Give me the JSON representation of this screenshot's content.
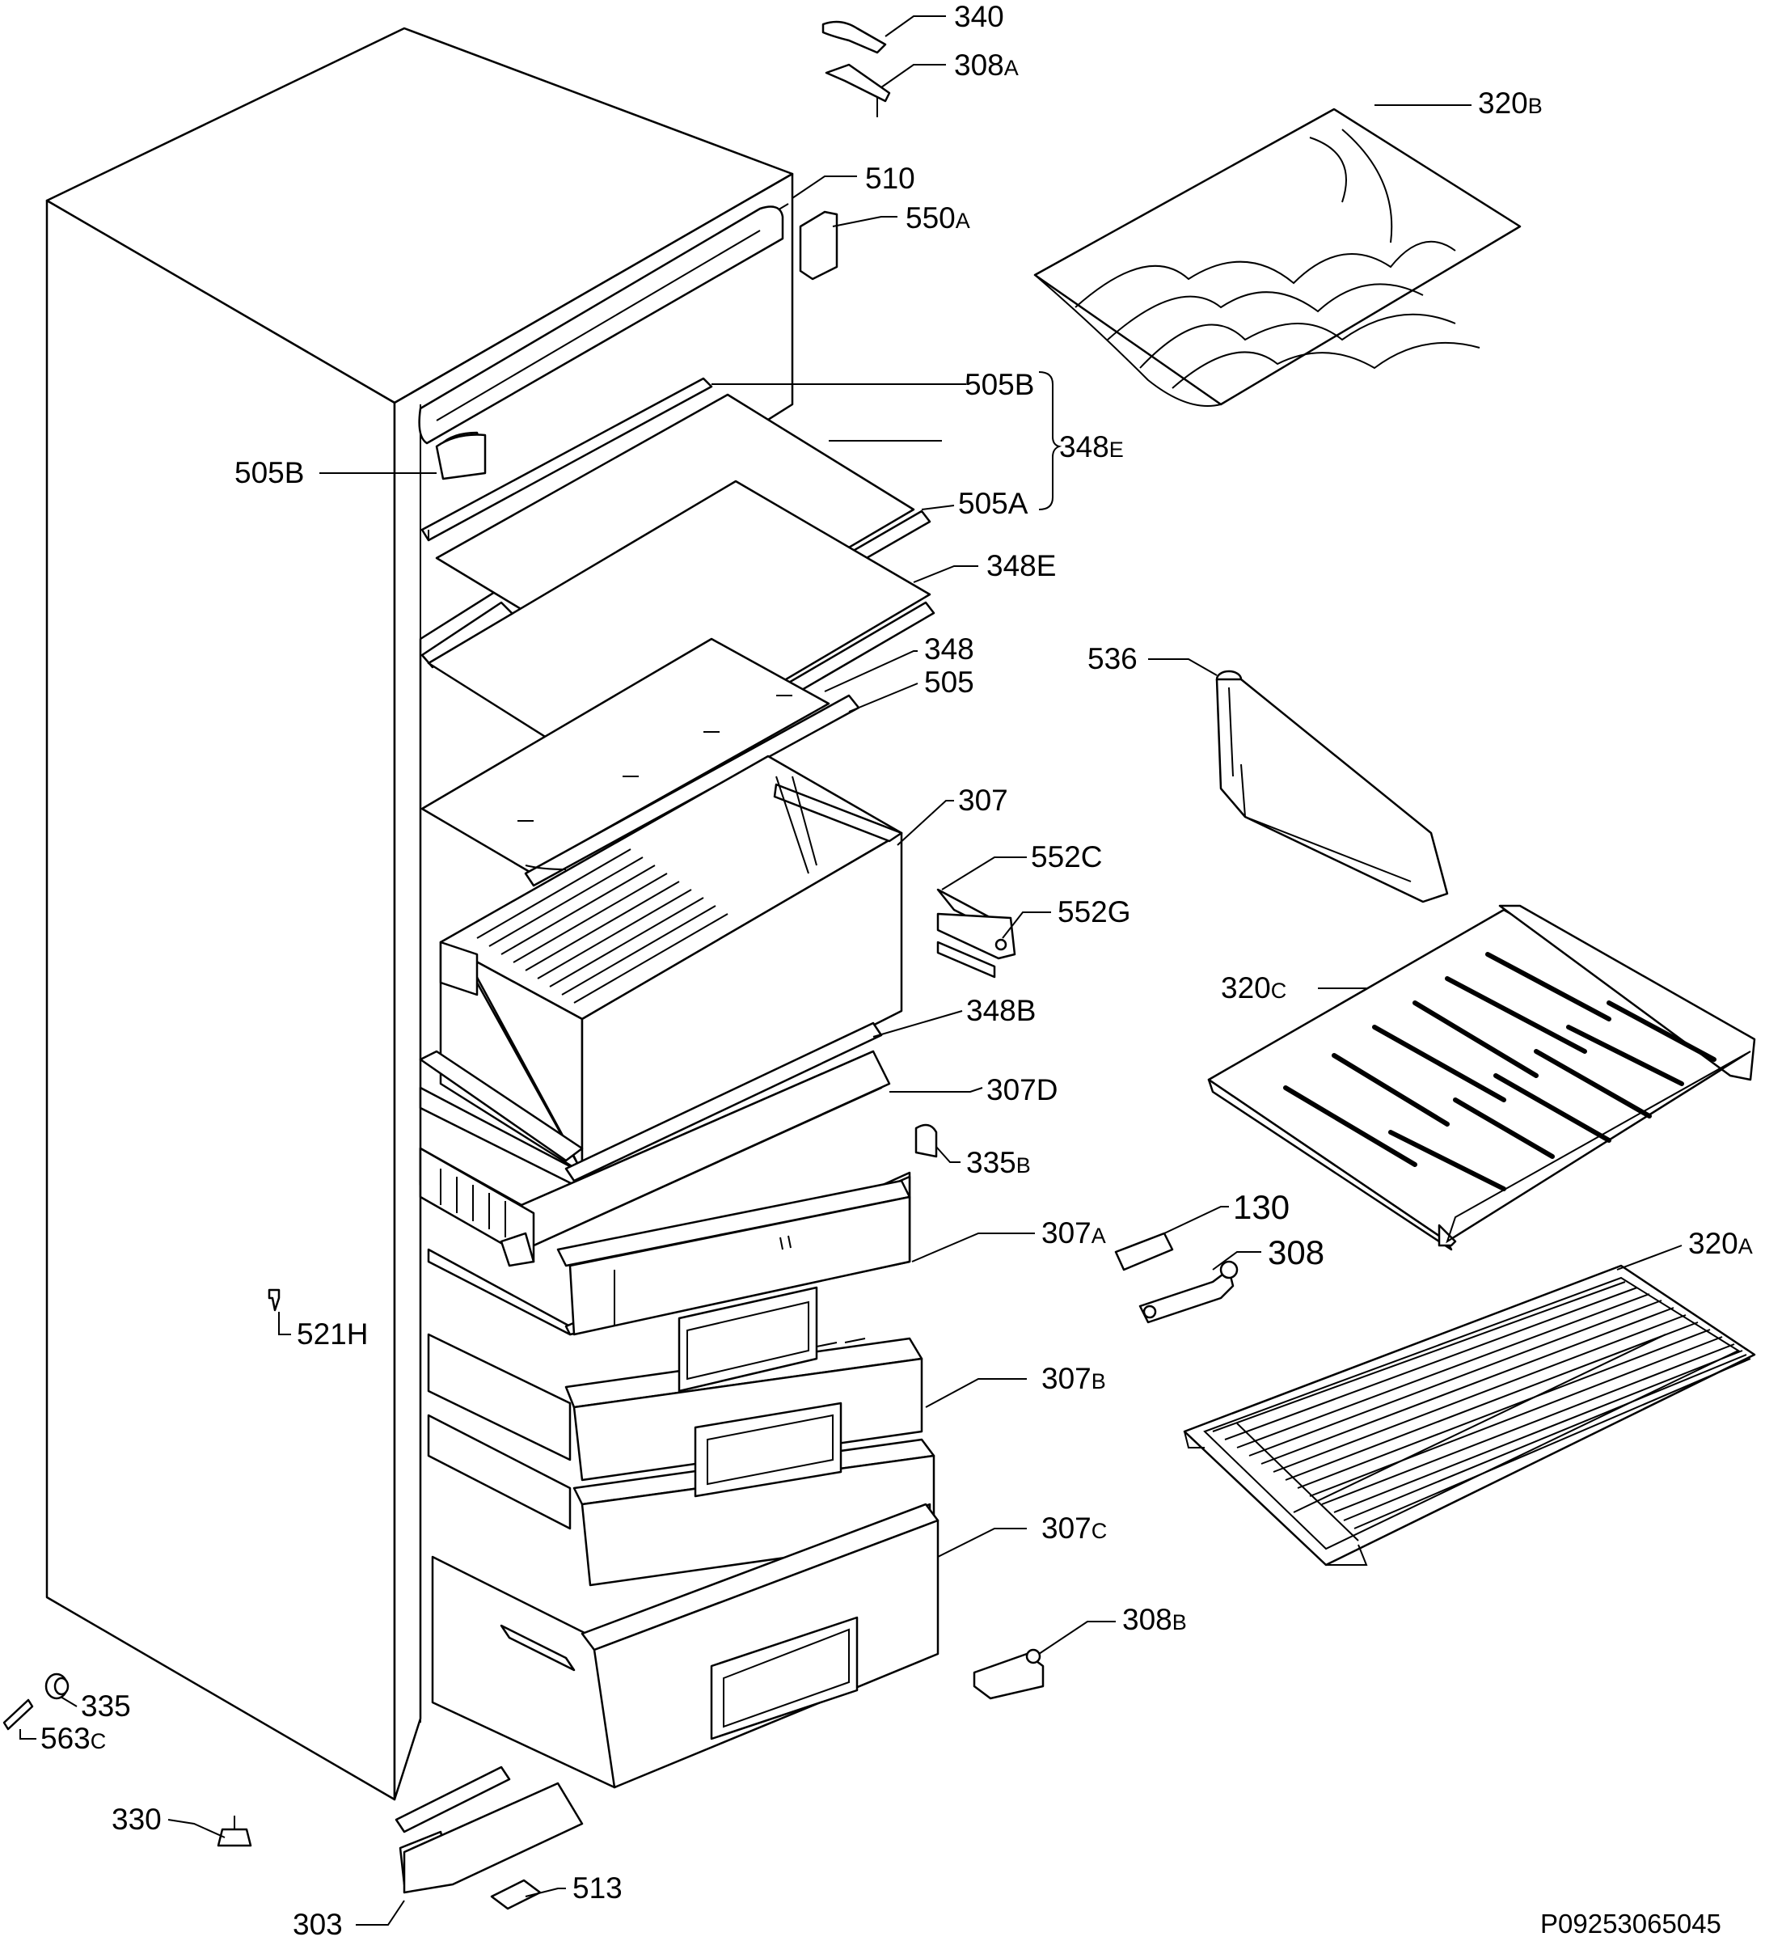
{
  "labels": {
    "l340": {
      "num": "340",
      "suf": ""
    },
    "l308a": {
      "num": "308",
      "suf": "A"
    },
    "l320b": {
      "num": "320",
      "suf": "B"
    },
    "l510": {
      "num": "510",
      "suf": ""
    },
    "l550a": {
      "num": "550",
      "suf": "A"
    },
    "l505b_top": {
      "num": "505B",
      "suf": ""
    },
    "l505b_left": {
      "num": "505B",
      "suf": ""
    },
    "l348e_brace": {
      "num": "348",
      "suf": "E"
    },
    "l505a": {
      "num": "505A",
      "suf": ""
    },
    "l348e": {
      "num": "348E",
      "suf": ""
    },
    "l348": {
      "num": "348",
      "suf": ""
    },
    "l505": {
      "num": "505",
      "suf": ""
    },
    "l536": {
      "num": "536",
      "suf": ""
    },
    "l307": {
      "num": "307",
      "suf": ""
    },
    "l552c": {
      "num": "552C",
      "suf": ""
    },
    "l552g": {
      "num": "552G",
      "suf": ""
    },
    "l320c": {
      "num": "320",
      "suf": "C"
    },
    "l348b": {
      "num": "348B",
      "suf": ""
    },
    "l307d": {
      "num": "307D",
      "suf": ""
    },
    "l335b": {
      "num": "335",
      "suf": "B"
    },
    "l130": {
      "num": "130",
      "suf": ""
    },
    "l307a": {
      "num": "307",
      "suf": "A"
    },
    "l308": {
      "num": "308",
      "suf": ""
    },
    "l320a": {
      "num": "320",
      "suf": "A"
    },
    "l521h": {
      "num": "521H",
      "suf": ""
    },
    "l307b": {
      "num": "307",
      "suf": "B"
    },
    "l307c": {
      "num": "307",
      "suf": "C"
    },
    "l308b": {
      "num": "308",
      "suf": "B"
    },
    "l335": {
      "num": "335",
      "suf": ""
    },
    "l563c": {
      "num": "563",
      "suf": "C"
    },
    "l330": {
      "num": "330",
      "suf": ""
    },
    "l513": {
      "num": "513",
      "suf": ""
    },
    "l303": {
      "num": "303",
      "suf": ""
    }
  },
  "drawing_code": "P09253065045"
}
